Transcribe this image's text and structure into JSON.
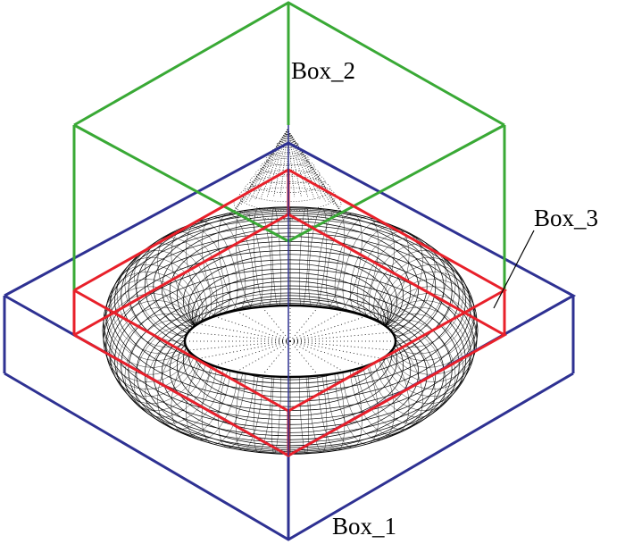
{
  "labels": {
    "box1": "Box_1",
    "box2": "Box_2",
    "box3": "Box_3"
  },
  "colors": {
    "box1": "#2e3192",
    "box2": "#39a935",
    "box3": "#e8202a",
    "mesh": "#000000"
  }
}
